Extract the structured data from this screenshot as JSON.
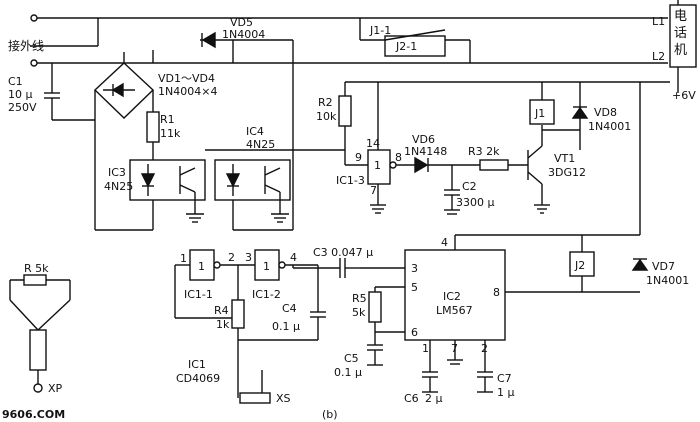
{
  "labels": {
    "jie_wai_xian": "接外线",
    "phone_title": "电话机",
    "l1": "L1",
    "l2": "L2",
    "plus6v": "+6V",
    "c1_name": "C1",
    "c1_val": "10 μ",
    "c1_volt": "250V",
    "vd1_vd4": "VD1～VD4",
    "vd1_vd4_part": "1N4004×4",
    "vd5": "VD5",
    "vd5_part": "1N4004",
    "j1_1": "J1-1",
    "j2_1": "J2-1",
    "r1": "R1",
    "r1_val": "11k",
    "ic3": "IC3",
    "ic3_part": "4N25",
    "ic4": "IC4",
    "ic4_part": "4N25",
    "r2": "R2",
    "r2_val": "10k",
    "pin14": "14",
    "pin9": "9",
    "pin8": "8",
    "pin7": "7",
    "gate1": "1",
    "ic1_3": "IC1-3",
    "vd6": "VD6",
    "vd6_part": "1N4148",
    "r3": "R3  2k",
    "c2": "C2",
    "c2_val": "3300 μ",
    "vt1": "VT1",
    "vt1_part": "3DG12",
    "j1": "J1",
    "vd8": "VD8",
    "vd8_part": "1N4001",
    "j2": "J2",
    "vd7": "VD7",
    "vd7_part": "1N4001",
    "ic2": "IC2",
    "ic2_part": "LM567",
    "ic2_p3": "3",
    "ic2_p4": "4",
    "ic2_p5": "5",
    "ic2_p6": "6",
    "ic2_p8": "8",
    "ic2_p1": "1",
    "ic2_p7": "7",
    "ic2_p2": "2",
    "c3": "C3  0.047 μ",
    "r5": "R5",
    "r5_val": "5k",
    "c5": "C5",
    "c5_val": "0.1 μ",
    "c6": "C6",
    "c6_val": "2 μ",
    "c7": "C7",
    "c7_val": "1 μ",
    "g1_in": "1",
    "g1_num": "1",
    "g1_out": "2",
    "g2_in": "3",
    "g2_num": "1",
    "g2_out": "4",
    "ic1_1": "IC1-1",
    "ic1_2": "IC1-2",
    "r4": "R4",
    "r4_val": "1k",
    "c4": "C4",
    "c4_val": "0.1 μ",
    "ic1": "IC1",
    "ic1_part": "CD4069",
    "xs": "XS",
    "r5k": "R 5k",
    "xp": "XP",
    "fig_b": "(b)",
    "watermark": "9606.COM"
  }
}
